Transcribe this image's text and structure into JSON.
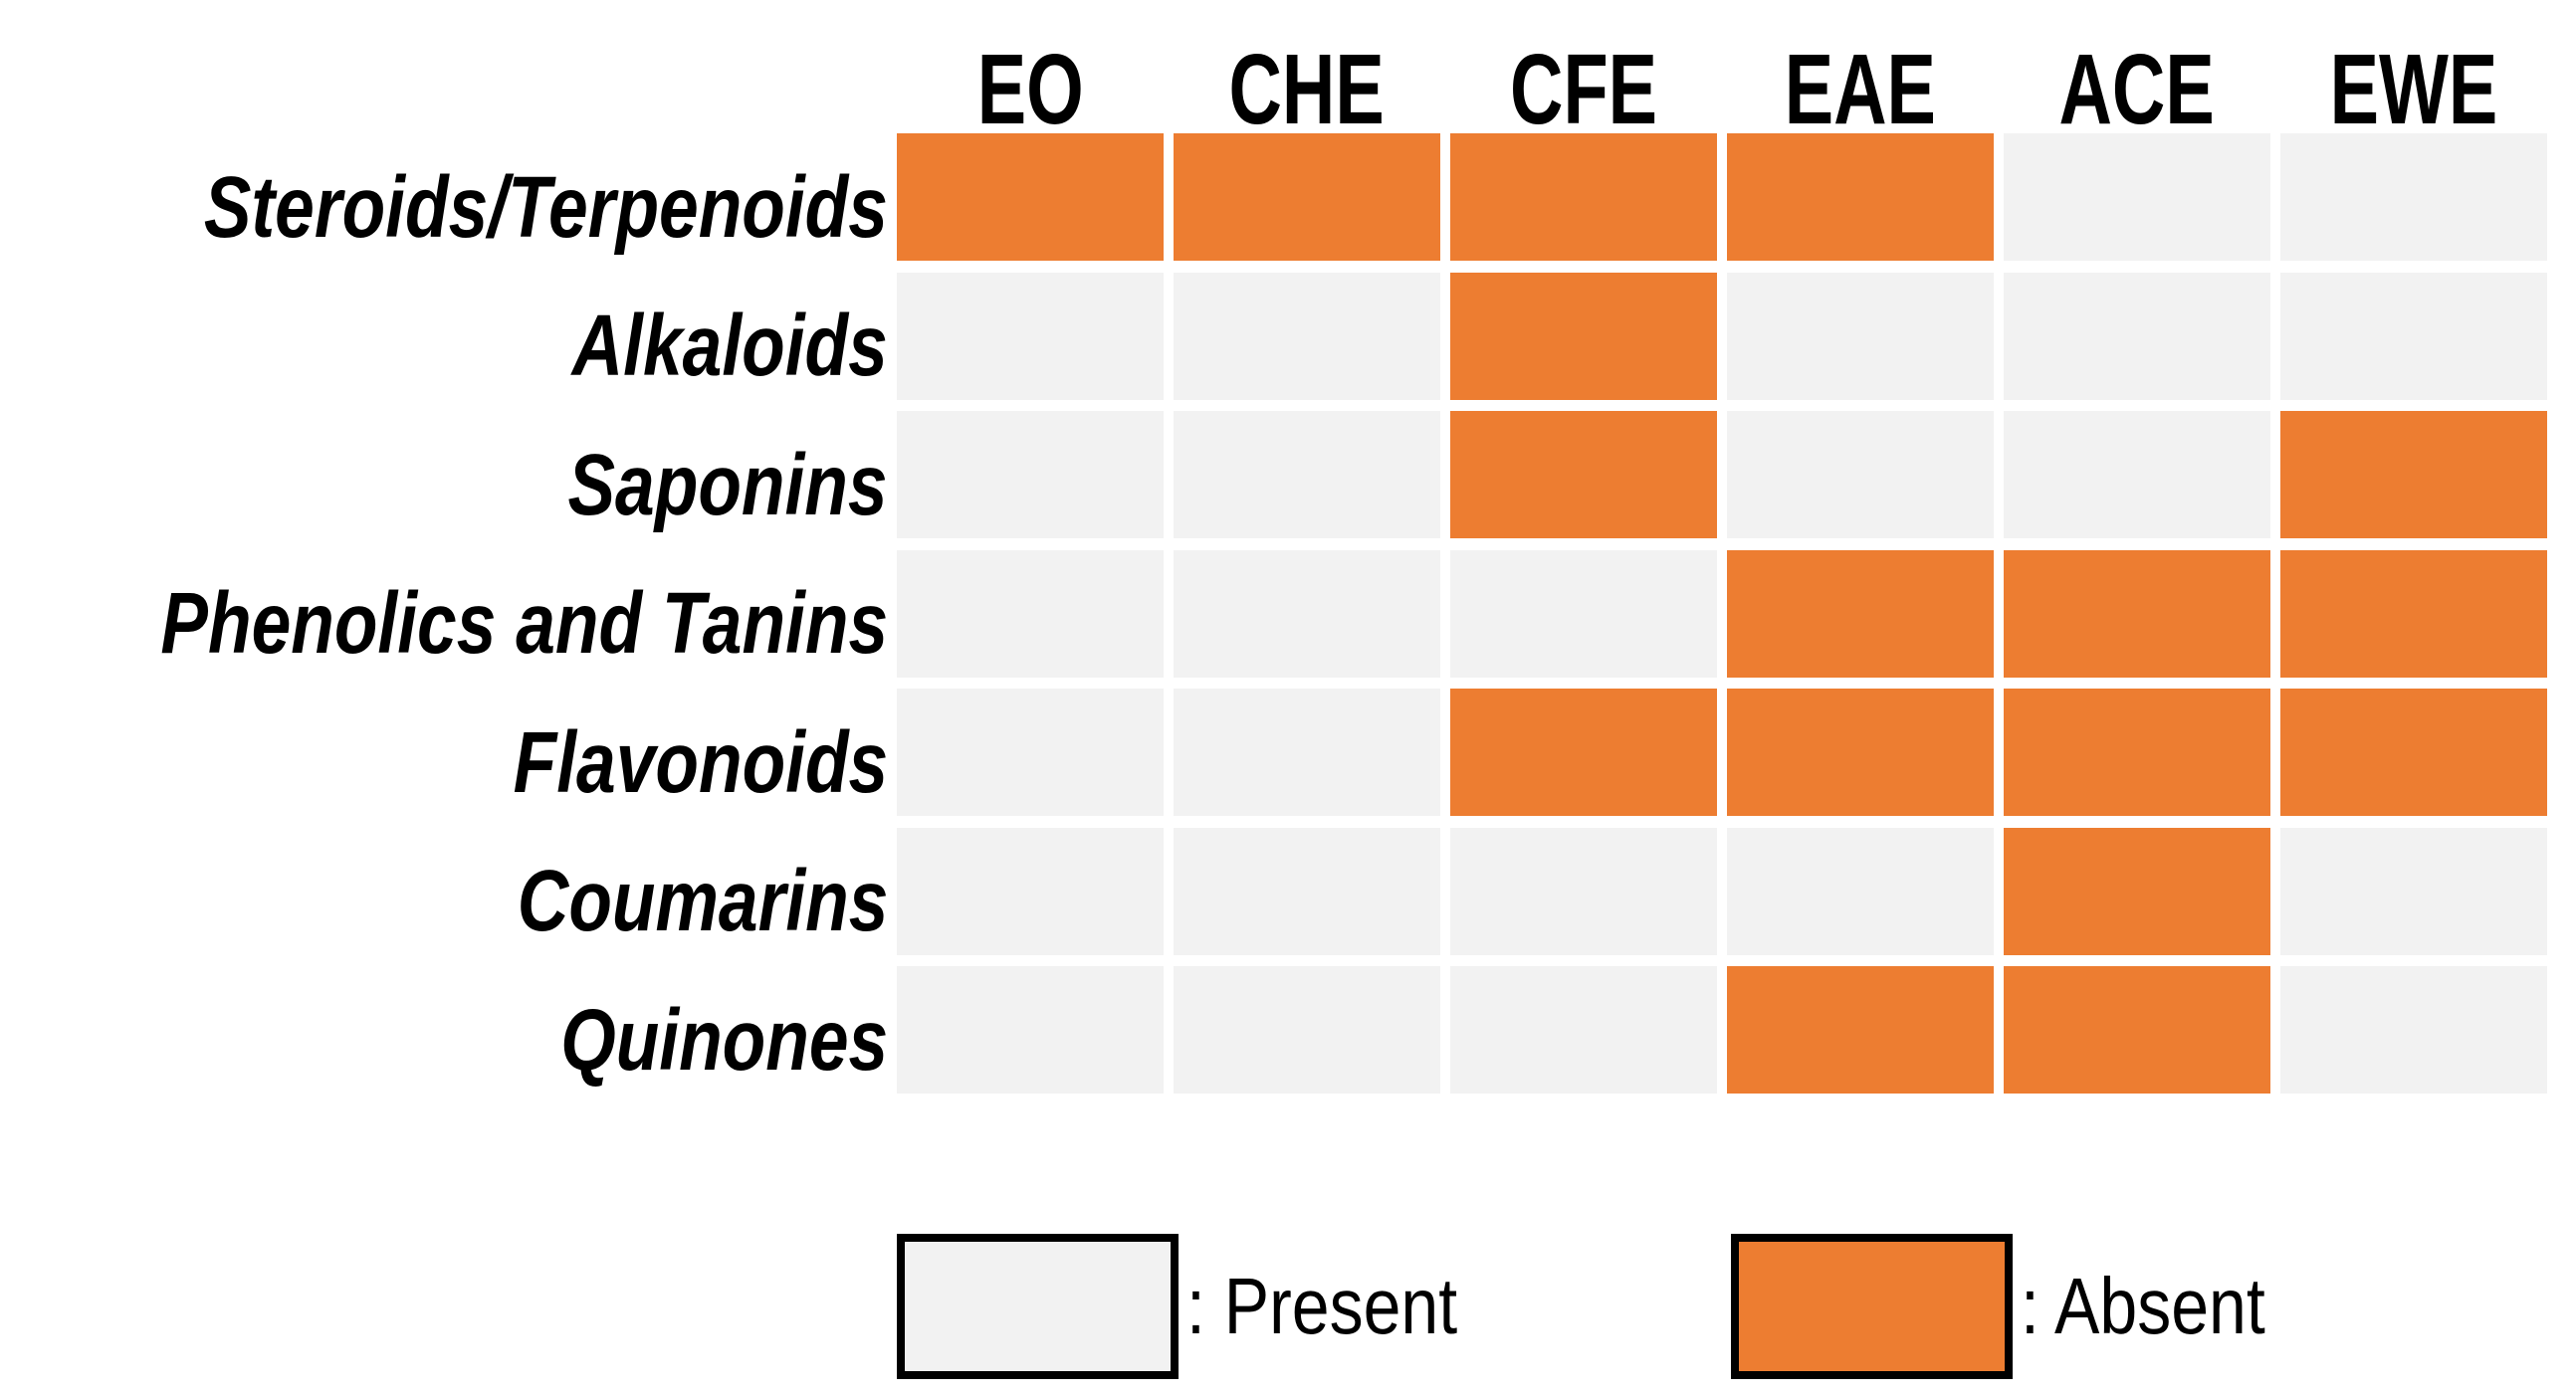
{
  "chart_data": {
    "type": "heatmap",
    "description": "Presence/absence matrix of phytochemical classes across plant extracts",
    "columns": [
      "EO",
      "CHE",
      "CFE",
      "EAE",
      "ACE",
      "EWE"
    ],
    "rows": [
      "Steroids/Terpenoids",
      "Alkaloids",
      "Saponins",
      "Phenolics and Tanins",
      "Flavonoids",
      "Coumarins",
      "Quinones"
    ],
    "matrix": [
      [
        "absent",
        "absent",
        "absent",
        "absent",
        "present",
        "present"
      ],
      [
        "present",
        "present",
        "absent",
        "present",
        "present",
        "present"
      ],
      [
        "present",
        "present",
        "absent",
        "present",
        "present",
        "absent"
      ],
      [
        "present",
        "present",
        "present",
        "absent",
        "absent",
        "absent"
      ],
      [
        "present",
        "present",
        "absent",
        "absent",
        "absent",
        "absent"
      ],
      [
        "present",
        "present",
        "present",
        "present",
        "absent",
        "present"
      ],
      [
        "present",
        "present",
        "present",
        "absent",
        "absent",
        "present"
      ]
    ],
    "legend": {
      "present_label": ": Present",
      "absent_label": ": Absent"
    },
    "colors": {
      "present": "#F2F2F2",
      "absent": "#ED7D31",
      "background": "#FFFFFF",
      "text": "#000000"
    },
    "layout": {
      "grid_on": false,
      "legend_position": "bottom"
    }
  }
}
